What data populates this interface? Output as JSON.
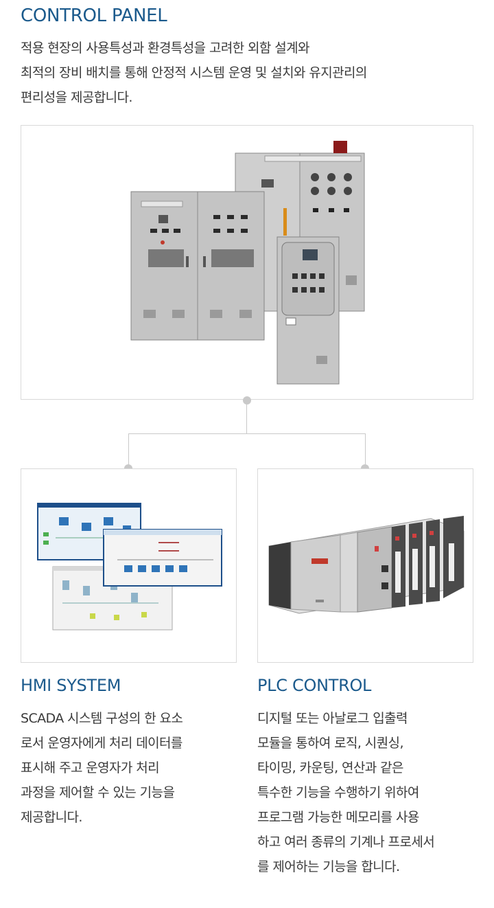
{
  "control_panel": {
    "title": "CONTROL PANEL",
    "desc_lines": [
      "적용 현장의 사용특성과 환경특성을 고려한 외함 설계와",
      "최적의 장비 배치를 통해 안정적 시스템 운영 및 설치와 유지관리의",
      "편리성을 제공합니다."
    ]
  },
  "hmi": {
    "title": "HMI SYSTEM",
    "desc_lines": [
      "SCADA 시스템 구성의 한 요소",
      "로서 운영자에게 처리 데이터를",
      "표시해 주고 운영자가 처리",
      "과정을 제어할 수 있는 기능을",
      "제공합니다."
    ]
  },
  "plc": {
    "title": "PLC CONTROL",
    "desc_lines": [
      "디지털 또는 아날로그 입출력",
      "모듈을 통하여 로직, 시퀀싱,",
      "타이밍, 카운팅, 연산과 같은",
      "특수한 기능을 수행하기 위하여",
      "프로그램 가능한 메모리를 사용",
      "하고 여러 종류의 기계나 프로세서",
      "를 제어하는 기능을 합니다."
    ]
  },
  "colors": {
    "title": "#1b5a8c",
    "text": "#3a3a3a",
    "border": "#d9d9d9",
    "connector": "#c9c9c9"
  }
}
